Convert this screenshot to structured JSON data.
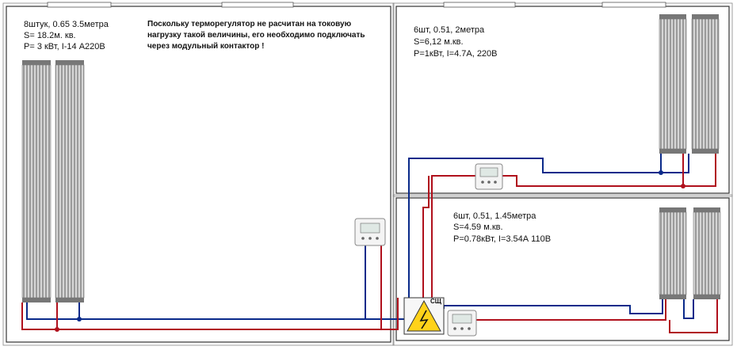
{
  "left_room": {
    "line1": "8штук, 0.65   3.5метра",
    "line2": "S=  18.2м. кв.",
    "line3": "P=  3 кВт, I-14  А220В"
  },
  "note": {
    "line1": "Поскольку терморегулятор не расчитан на токовую",
    "line2": "нагрузку такой величины, его необходимо подключать",
    "line3": "через модульный контактор !"
  },
  "top_right_room": {
    "line1": "6шт, 0.51, 2метра",
    "line2": "S=6,12 м.кв.",
    "line3": "P=1кВт, I=4.7А, 220В"
  },
  "bottom_right_room": {
    "line1": "6шт, 0.51, 1.45метра",
    "line2": "S=4.59 м.кв.",
    "line3": "P=0.78кВт, I=3.54А  110В"
  },
  "panel": {
    "label": "СЩ"
  },
  "colors": {
    "live_wire": "#b0101c",
    "neutral_wire": "#0a2a8a",
    "wall": "#333333",
    "heater": "#8c8c8c"
  },
  "icons": [
    "thermostat-icon",
    "high-voltage-icon"
  ]
}
